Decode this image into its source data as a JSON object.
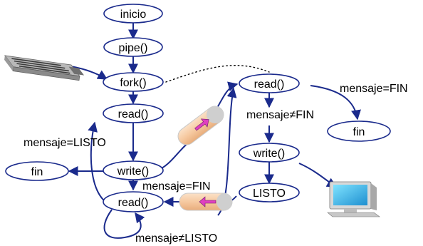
{
  "colors": {
    "line": "#1a2a8c",
    "node_stroke": "#1a2a8c",
    "pipe_body": "#f6c9a0",
    "pipe_end": "#c9c9c9",
    "pipe_arrow": "#e040c0"
  },
  "nodes": {
    "inicio": "inicio",
    "pipe": "pipe()",
    "fork": "fork()",
    "read_parent": "read()",
    "write_parent": "write()",
    "read_parent_2": "read()",
    "fin_left": "fin",
    "read_child": "read()",
    "write_child": "write()",
    "listo": "LISTO",
    "fin_right": "fin"
  },
  "labels": {
    "mensaje_fin_right": "mensaje=FIN",
    "mensaje_not_fin": "mensaje≠FIN",
    "mensaje_listo": "mensaje=LISTO",
    "mensaje_fin_mid": "mensaje=FIN",
    "mensaje_not_listo": "mensaje≠LISTO"
  },
  "icons": [
    "keyboard-icon",
    "computer-monitor-icon",
    "pipe-icon"
  ]
}
